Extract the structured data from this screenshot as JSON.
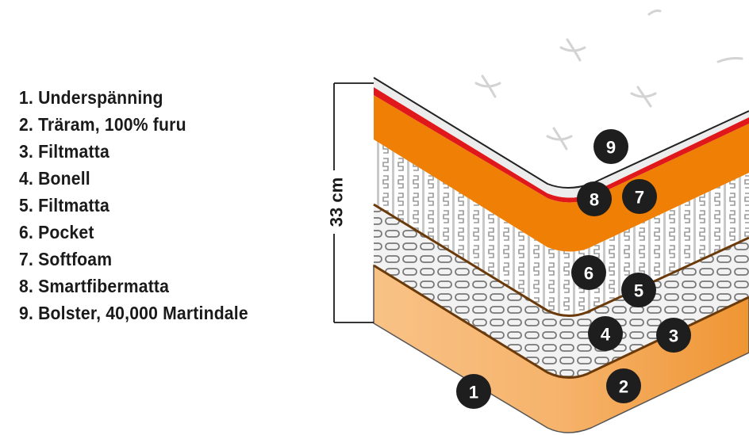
{
  "legend": {
    "items": [
      {
        "number": "1",
        "label": "1. Underspänning"
      },
      {
        "number": "2",
        "label": "2. Träram, 100% furu"
      },
      {
        "number": "3",
        "label": "3. Filtmatta"
      },
      {
        "number": "4",
        "label": "4. Bonell"
      },
      {
        "number": "5",
        "label": "5. Filtmatta"
      },
      {
        "number": "6",
        "label": "6. Pocket"
      },
      {
        "number": "7",
        "label": "7. Softfoam"
      },
      {
        "number": "8",
        "label": "8. Smartfibermatta"
      },
      {
        "number": "9",
        "label": "9. Bolster, 40,000 Martindale"
      }
    ]
  },
  "dimension": {
    "label": "33 cm"
  },
  "badges": [
    "1",
    "2",
    "3",
    "4",
    "5",
    "6",
    "7",
    "8",
    "9"
  ],
  "colors": {
    "orange": "#ef8005",
    "base": "#f5ad63",
    "red": "#e0181b",
    "brown": "#6b3a0a",
    "badge": "#1e1e1e"
  }
}
